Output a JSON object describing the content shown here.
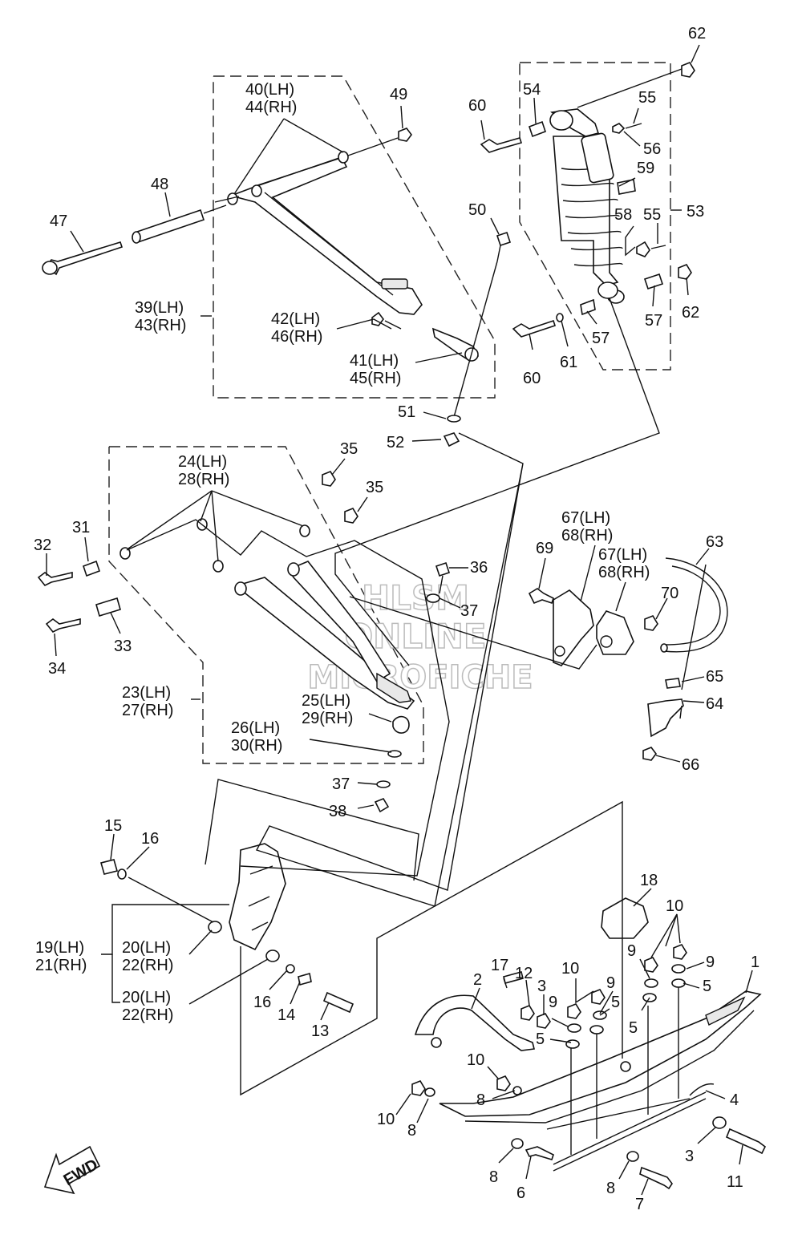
{
  "watermark": {
    "line1": "HLSM",
    "line2": "ONLINE",
    "line3": "MICROFICHE"
  },
  "fwd_label": "FWD",
  "labels": [
    {
      "id": "62a",
      "text": "62"
    },
    {
      "id": "40",
      "text": "40(LH)"
    },
    {
      "id": "44",
      "text": "44(RH)"
    },
    {
      "id": "49",
      "text": "49"
    },
    {
      "id": "54",
      "text": "54"
    },
    {
      "id": "60a",
      "text": "60"
    },
    {
      "id": "55a",
      "text": "55"
    },
    {
      "id": "56",
      "text": "56"
    },
    {
      "id": "59",
      "text": "59"
    },
    {
      "id": "48",
      "text": "48"
    },
    {
      "id": "47",
      "text": "47"
    },
    {
      "id": "50",
      "text": "50"
    },
    {
      "id": "58",
      "text": "58"
    },
    {
      "id": "55b",
      "text": "55"
    },
    {
      "id": "53",
      "text": "53"
    },
    {
      "id": "39",
      "text": "39(LH)"
    },
    {
      "id": "43",
      "text": "43(RH)"
    },
    {
      "id": "42",
      "text": "42(LH)"
    },
    {
      "id": "46",
      "text": "46(RH)"
    },
    {
      "id": "62b",
      "text": "62"
    },
    {
      "id": "57a",
      "text": "57"
    },
    {
      "id": "57b",
      "text": "57"
    },
    {
      "id": "41",
      "text": "41(LH)"
    },
    {
      "id": "45",
      "text": "45(RH)"
    },
    {
      "id": "60b",
      "text": "60"
    },
    {
      "id": "61",
      "text": "61"
    },
    {
      "id": "51",
      "text": "51"
    },
    {
      "id": "52",
      "text": "52"
    },
    {
      "id": "35a",
      "text": "35"
    },
    {
      "id": "24",
      "text": "24(LH)"
    },
    {
      "id": "28",
      "text": "28(RH)"
    },
    {
      "id": "35b",
      "text": "35"
    },
    {
      "id": "32",
      "text": "32"
    },
    {
      "id": "31",
      "text": "31"
    },
    {
      "id": "67a",
      "text": "67(LH)"
    },
    {
      "id": "68a",
      "text": "68(RH)"
    },
    {
      "id": "63",
      "text": "63"
    },
    {
      "id": "69",
      "text": "69"
    },
    {
      "id": "67b",
      "text": "67(LH)"
    },
    {
      "id": "68b",
      "text": "68(RH)"
    },
    {
      "id": "36",
      "text": "36"
    },
    {
      "id": "37a",
      "text": "37"
    },
    {
      "id": "70",
      "text": "70"
    },
    {
      "id": "33",
      "text": "33"
    },
    {
      "id": "34",
      "text": "34"
    },
    {
      "id": "65",
      "text": "65"
    },
    {
      "id": "23",
      "text": "23(LH)"
    },
    {
      "id": "27",
      "text": "27(RH)"
    },
    {
      "id": "25",
      "text": "25(LH)"
    },
    {
      "id": "29",
      "text": "29(RH)"
    },
    {
      "id": "64",
      "text": "64"
    },
    {
      "id": "26",
      "text": "26(LH)"
    },
    {
      "id": "30",
      "text": "30(RH)"
    },
    {
      "id": "66",
      "text": "66"
    },
    {
      "id": "37b",
      "text": "37"
    },
    {
      "id": "38",
      "text": "38"
    },
    {
      "id": "15",
      "text": "15"
    },
    {
      "id": "16a",
      "text": "16"
    },
    {
      "id": "18",
      "text": "18"
    },
    {
      "id": "10a",
      "text": "10"
    },
    {
      "id": "19",
      "text": "19(LH)"
    },
    {
      "id": "21",
      "text": "21(RH)"
    },
    {
      "id": "20a",
      "text": "20(LH)"
    },
    {
      "id": "22a",
      "text": "22(RH)"
    },
    {
      "id": "9a",
      "text": "9"
    },
    {
      "id": "9b",
      "text": "9"
    },
    {
      "id": "1",
      "text": "1"
    },
    {
      "id": "17",
      "text": "17"
    },
    {
      "id": "12",
      "text": "12"
    },
    {
      "id": "10b",
      "text": "10"
    },
    {
      "id": "2",
      "text": "2"
    },
    {
      "id": "3a",
      "text": "3"
    },
    {
      "id": "9c",
      "text": "9"
    },
    {
      "id": "9d",
      "text": "9"
    },
    {
      "id": "5a",
      "text": "5"
    },
    {
      "id": "5b",
      "text": "5"
    },
    {
      "id": "5c",
      "text": "5"
    },
    {
      "id": "5d",
      "text": "5"
    },
    {
      "id": "20b",
      "text": "20(LH)"
    },
    {
      "id": "22b",
      "text": "22(RH)"
    },
    {
      "id": "16b",
      "text": "16"
    },
    {
      "id": "14",
      "text": "14"
    },
    {
      "id": "13",
      "text": "13"
    },
    {
      "id": "10c",
      "text": "10"
    },
    {
      "id": "8a",
      "text": "8"
    },
    {
      "id": "4",
      "text": "4"
    },
    {
      "id": "10d",
      "text": "10"
    },
    {
      "id": "8b",
      "text": "8"
    },
    {
      "id": "3b",
      "text": "3"
    },
    {
      "id": "11",
      "text": "11"
    },
    {
      "id": "8c",
      "text": "8"
    },
    {
      "id": "8d",
      "text": "8"
    },
    {
      "id": "6",
      "text": "6"
    },
    {
      "id": "7",
      "text": "7"
    }
  ]
}
